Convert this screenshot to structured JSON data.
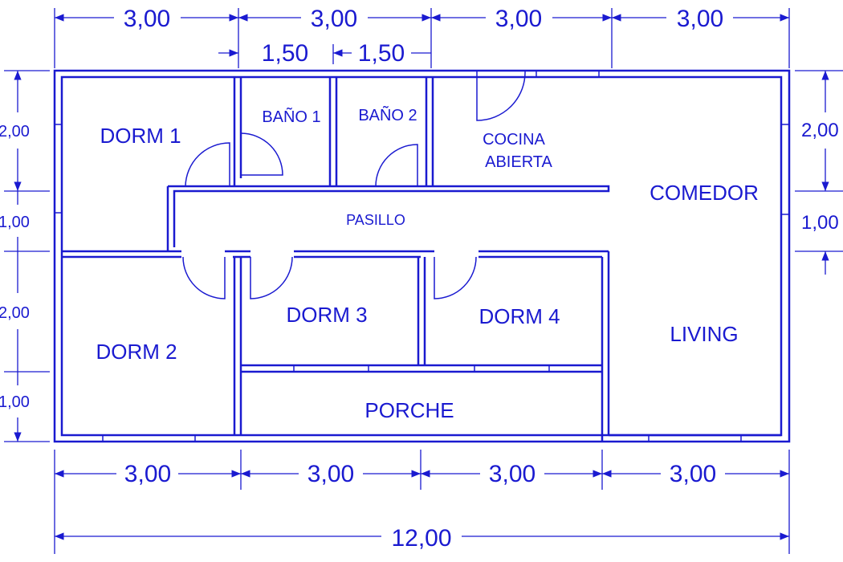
{
  "colors": {
    "ink": "#1a1ad0",
    "background": "#ffffff"
  },
  "dimensions": {
    "top": [
      "3,00",
      "3,00",
      "3,00",
      "3,00"
    ],
    "top_sub": [
      "1,50",
      "1,50"
    ],
    "bottom": [
      "3,00",
      "3,00",
      "3,00",
      "3,00"
    ],
    "total": "12,00",
    "left": [
      "2,00",
      "1,00",
      "2,00",
      "1,00"
    ],
    "right": [
      "2,00",
      "1,00"
    ]
  },
  "rooms": {
    "dorm1": "DORM 1",
    "bano1": "BAÑO 1",
    "bano2": "BAÑO 2",
    "cocina_line1": "COCINA",
    "cocina_line2": "ABIERTA",
    "comedor": "COMEDOR",
    "pasillo": "PASILLO",
    "dorm2": "DORM 2",
    "dorm3": "DORM  3",
    "dorm4": "DORM  4",
    "living": "LIVING",
    "porche": "PORCHE"
  }
}
